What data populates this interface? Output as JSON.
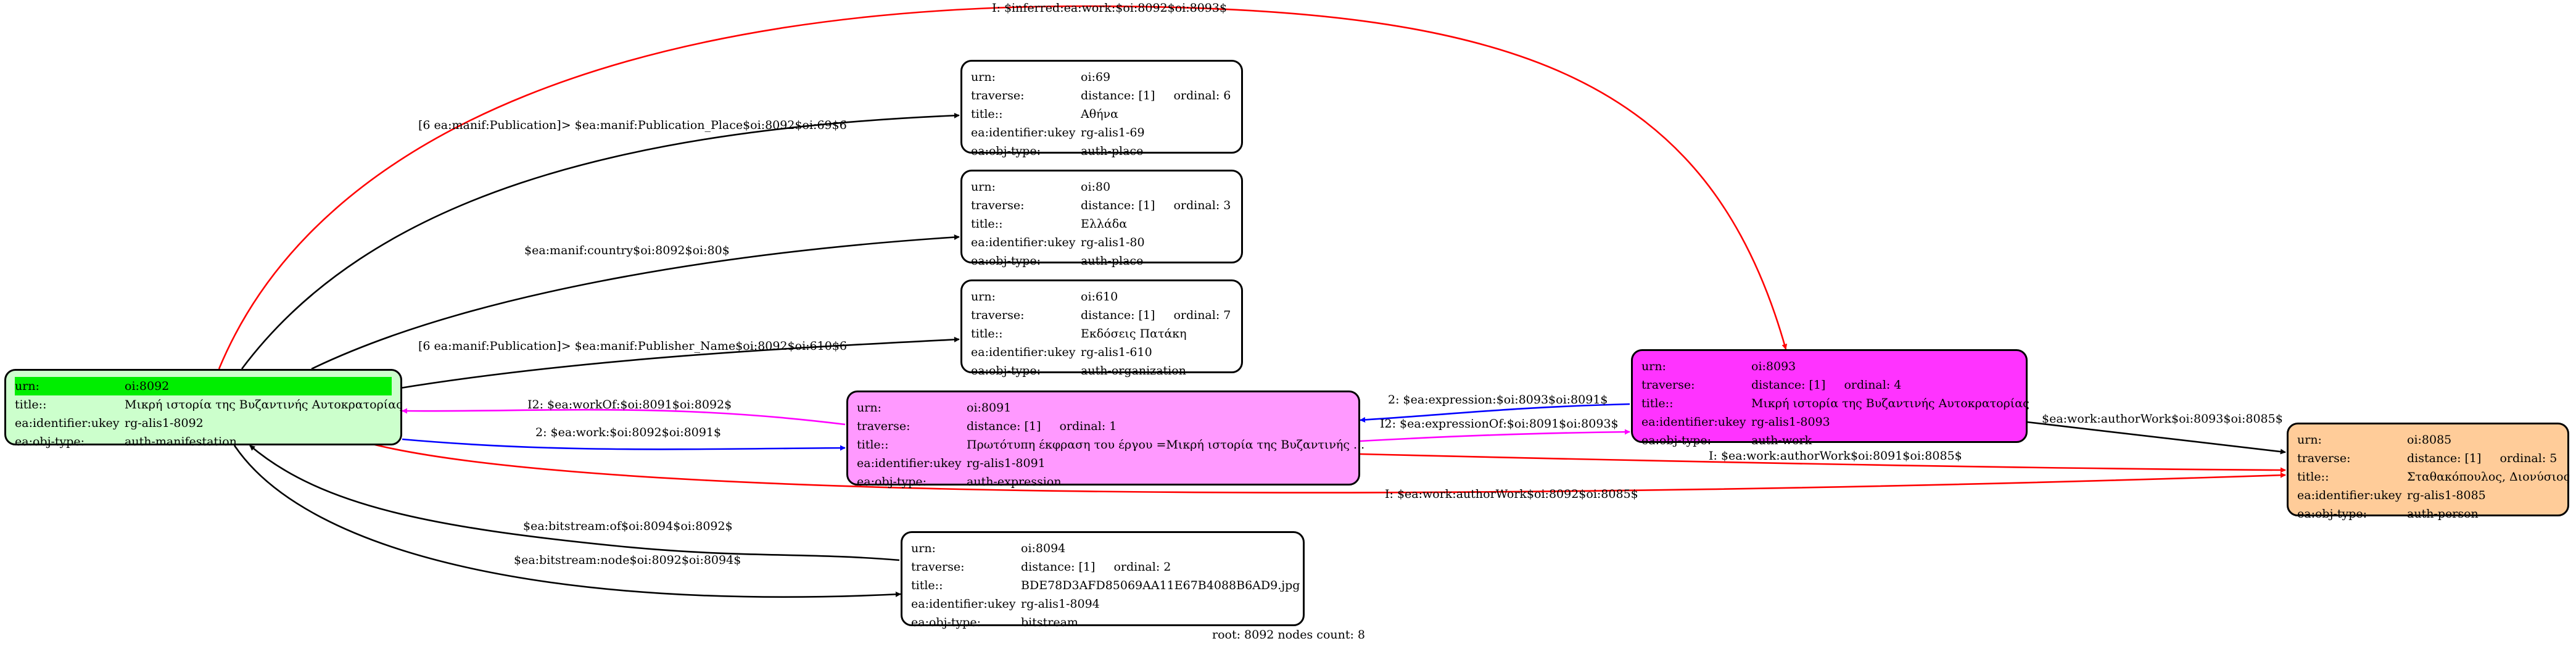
{
  "diagram": {
    "keys": {
      "urn": "urn:",
      "traverse": "traverse:",
      "title": "title::",
      "identifier": "ea:identifier:ukey",
      "objtype": "ea:obj-type:"
    },
    "nodes": {
      "n8092": {
        "urn": "oi:8092",
        "title": "Μικρή ιστορία της Βυζαντινής Αυτοκρατορίας",
        "identifier": "rg-alis1-8092",
        "objtype": "auth-manifestation",
        "fill": "#ccffcc",
        "highlight": "#00ee00"
      },
      "n69": {
        "urn": "oi:69",
        "distance": "distance: [1]",
        "ordinal": "ordinal: 6",
        "title": "Αθήνα",
        "identifier": "rg-alis1-69",
        "objtype": "auth-place",
        "fill": "#ffffff"
      },
      "n80": {
        "urn": "oi:80",
        "distance": "distance: [1]",
        "ordinal": "ordinal: 3",
        "title": "Ελλάδα",
        "identifier": "rg-alis1-80",
        "objtype": "auth-place",
        "fill": "#ffffff"
      },
      "n610": {
        "urn": "oi:610",
        "distance": "distance: [1]",
        "ordinal": "ordinal: 7",
        "title": "Εκδόσεις Πατάκη",
        "identifier": "rg-alis1-610",
        "objtype": "auth-organization",
        "fill": "#ffffff"
      },
      "n8091": {
        "urn": "oi:8091",
        "distance": "distance: [1]",
        "ordinal": "ordinal: 1",
        "title": "Πρωτότυπη έκφραση του έργου =Μικρή ιστορία της Βυζαντινής ...",
        "identifier": "rg-alis1-8091",
        "objtype": "auth-expression",
        "fill": "#ff99ff"
      },
      "n8093": {
        "urn": "oi:8093",
        "distance": "distance: [1]",
        "ordinal": "ordinal: 4",
        "title": "Μικρή ιστορία της Βυζαντινής Αυτοκρατορίας",
        "identifier": "rg-alis1-8093",
        "objtype": "auth-work",
        "fill": "#ff33ff"
      },
      "n8085": {
        "urn": "oi:8085",
        "distance": "distance: [1]",
        "ordinal": "ordinal: 5",
        "title": "Σταθακόπουλος, Διονύσιος",
        "identifier": "rg-alis1-8085",
        "objtype": "auth-person",
        "fill": "#ffcc99"
      },
      "n8094": {
        "urn": "oi:8094",
        "distance": "distance: [1]",
        "ordinal": "ordinal: 2",
        "title": "BDE78D3AFD85069AA11E67B4088B6AD9.jpg",
        "identifier": "rg-alis1-8094",
        "objtype": "bitstream",
        "fill": "#ffffff"
      }
    },
    "edges": {
      "inferred": {
        "label": "I: $inferred:ea:work:$oi:8092$oi:8093$",
        "color": "#ff0000"
      },
      "place": {
        "label": "[6 ea:manif:Publication]> $ea:manif:Publication_Place$oi:8092$oi:69$6",
        "color": "#000000"
      },
      "country": {
        "label": "$ea:manif:country$oi:8092$oi:80$",
        "color": "#000000"
      },
      "publisher": {
        "label": "[6 ea:manif:Publication]> $ea:manif:Publisher_Name$oi:8092$oi:610$6",
        "color": "#000000"
      },
      "workOf": {
        "label": "I2: $ea:workOf:$oi:8091$oi:8092$",
        "color": "#ff00ff"
      },
      "work": {
        "label": "2: $ea:work:$oi:8092$oi:8091$",
        "color": "#0000ff"
      },
      "expression": {
        "label": "2: $ea:expression:$oi:8093$oi:8091$",
        "color": "#0000ff"
      },
      "expressionOf": {
        "label": "I2: $ea:expressionOf:$oi:8091$oi:8093$",
        "color": "#ff00ff"
      },
      "authorWork8093": {
        "label": "$ea:work:authorWork$oi:8093$oi:8085$",
        "color": "#000000"
      },
      "authorWork8091": {
        "label": "I: $ea:work:authorWork$oi:8091$oi:8085$",
        "color": "#ff0000"
      },
      "authorWork8092": {
        "label": "I: $ea:work:authorWork$oi:8092$oi:8085$",
        "color": "#ff0000"
      },
      "bitstreamOf": {
        "label": "$ea:bitstream:of$oi:8094$oi:8092$",
        "color": "#000000"
      },
      "bitstreamNode": {
        "label": "$ea:bitstream:node$oi:8092$oi:8094$",
        "color": "#000000"
      }
    },
    "footer": "root: 8092 nodes count: 8"
  }
}
